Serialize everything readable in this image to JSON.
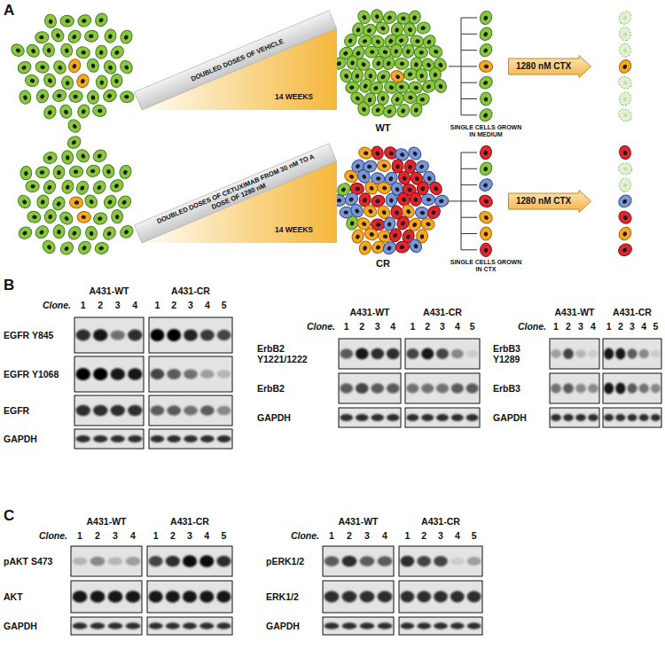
{
  "diagram": {
    "nodes": [
      {
        "text": [
          "DOUBLED DOSES OF VEHICLE",
          "14 WEEKS"
        ]
      },
      {
        "text": [
          "1280 nM CTX"
        ]
      },
      {
        "text": [
          "DOUBLED DOSES OF CETUXIMAB FROM 30 nM TO A DOSE OF 1280 nM",
          "14 WEEKS"
        ]
      },
      {
        "text": [
          "1280 nM CTX"
        ]
      }
    ],
    "labels": [
      "A",
      "B",
      "C",
      "WT",
      "SINGLE CELLS GROWN IN MEDIUM",
      "CR",
      "SINGLE CELLS GROWN IN CTX",
      "A431-WT",
      "A431-CR",
      "Clone.",
      "1",
      "2",
      "3",
      "4",
      "1",
      "2",
      "3",
      "4",
      "5",
      "EGFR Y845",
      "EGFR Y1068",
      "EGFR",
      "GAPDH",
      "A431-WT",
      "A431-CR",
      "Clone.",
      "1",
      "2",
      "3",
      "4",
      "1",
      "2",
      "3",
      "4",
      "5",
      "ErbB2 Y1221/1222",
      "ErbB2",
      "GAPDH",
      "A431-WT",
      "A431-CR",
      "Clone.",
      "1",
      "2",
      "3",
      "4",
      "1",
      "2",
      "3",
      "4",
      "5",
      "ErbB3 Y1289",
      "ErbB3",
      "GAPDH",
      "A431-WT",
      "A431-CR",
      "Clone.",
      "1",
      "2",
      "3",
      "4",
      "1",
      "2",
      "3",
      "4",
      "5",
      "pAKT S473",
      "AKT",
      "GAPDH",
      "A431-WT",
      "A431-CR",
      "Clone.",
      "1",
      "2",
      "3",
      "4",
      "1",
      "2",
      "3",
      "4",
      "5",
      "pERK1/2",
      "ERK1/2",
      "GAPDH"
    ]
  }
}
